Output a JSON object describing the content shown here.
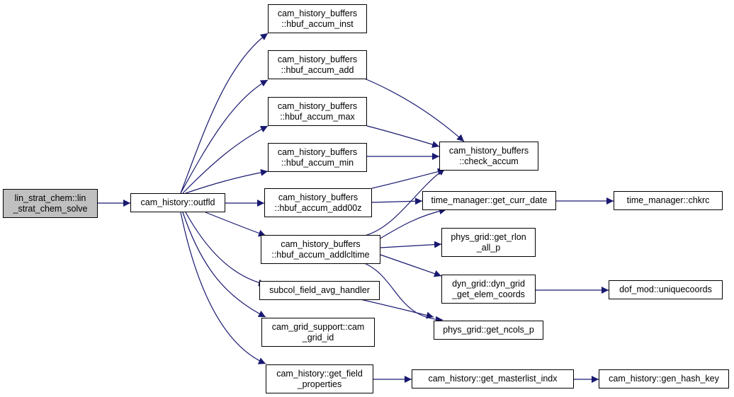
{
  "colors": {
    "edge": "#191970",
    "root_fill": "#c0c0c0",
    "node_fill": "#ffffff",
    "border": "#000000"
  },
  "nodes": {
    "root": {
      "lines": [
        "lin_strat_chem::lin",
        "_strat_chem_solve"
      ]
    },
    "outfld": {
      "lines": [
        "cam_history::outfld"
      ]
    },
    "inst": {
      "lines": [
        "cam_history_buffers",
        "::hbuf_accum_inst"
      ]
    },
    "add": {
      "lines": [
        "cam_history_buffers",
        "::hbuf_accum_add"
      ]
    },
    "max": {
      "lines": [
        "cam_history_buffers",
        "::hbuf_accum_max"
      ]
    },
    "min": {
      "lines": [
        "cam_history_buffers",
        "::hbuf_accum_min"
      ]
    },
    "add00z": {
      "lines": [
        "cam_history_buffers",
        "::hbuf_accum_add00z"
      ]
    },
    "addlcl": {
      "lines": [
        "cam_history_buffers",
        "::hbuf_accum_addlcltime"
      ]
    },
    "subcol": {
      "lines": [
        "subcol_field_avg_handler"
      ]
    },
    "gridid": {
      "lines": [
        "cam_grid_support::cam",
        "_grid_id"
      ]
    },
    "getfield": {
      "lines": [
        "cam_history::get_field",
        "_properties"
      ]
    },
    "check": {
      "lines": [
        "cam_history_buffers",
        "::check_accum"
      ]
    },
    "currdate": {
      "lines": [
        "time_manager::get_curr_date"
      ]
    },
    "rlon": {
      "lines": [
        "phys_grid::get_rlon",
        "_all_p"
      ]
    },
    "elem": {
      "lines": [
        "dyn_grid::dyn_grid",
        "_get_elem_coords"
      ]
    },
    "ncols": {
      "lines": [
        "phys_grid::get_ncols_p"
      ]
    },
    "masterlist": {
      "lines": [
        "cam_history::get_masterlist_indx"
      ]
    },
    "chkrc": {
      "lines": [
        "time_manager::chkrc"
      ]
    },
    "unique": {
      "lines": [
        "dof_mod::uniquecoords"
      ]
    },
    "hash": {
      "lines": [
        "cam_history::gen_hash_key"
      ]
    }
  }
}
